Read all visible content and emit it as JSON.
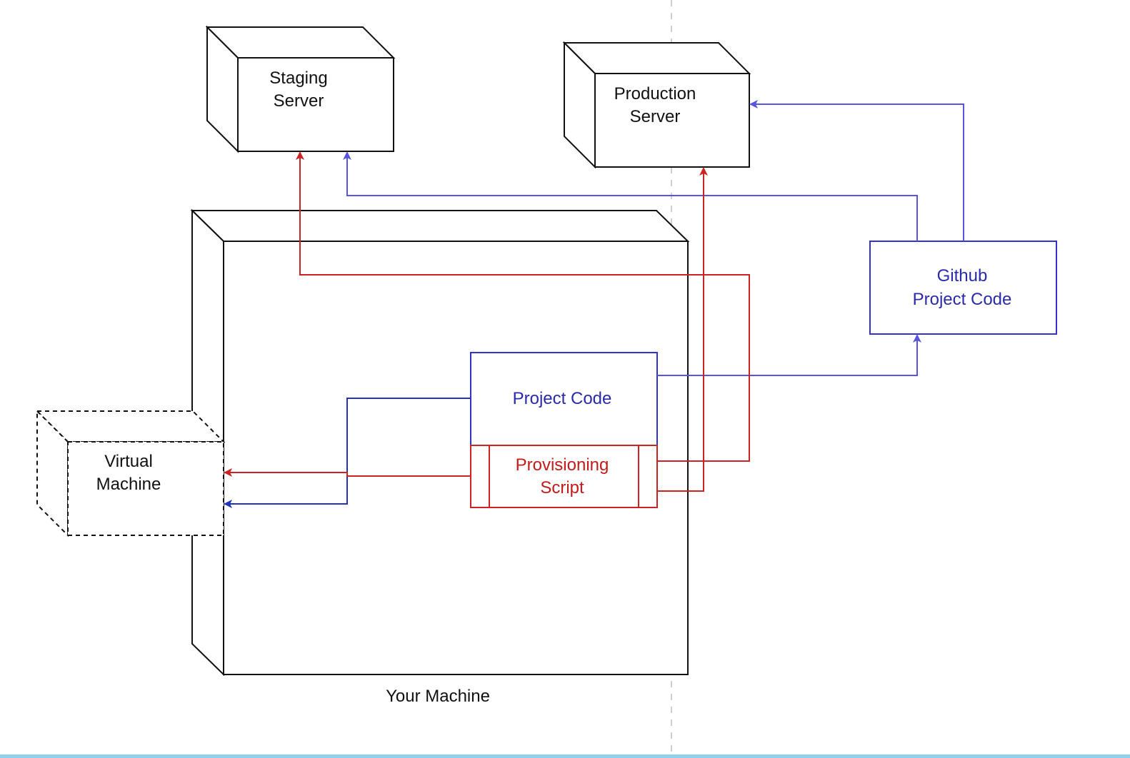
{
  "nodes": {
    "staging_server": {
      "line1": "Staging",
      "line2": "Server"
    },
    "production_server": {
      "line1": "Production",
      "line2": "Server"
    },
    "github": {
      "line1": "Github",
      "line2": "Project Code"
    },
    "project_code": {
      "label": "Project Code"
    },
    "provisioning_script": {
      "line1": "Provisioning",
      "line2": "Script"
    },
    "virtual_machine": {
      "line1": "Virtual",
      "line2": "Machine"
    },
    "your_machine": {
      "label": "Your Machine"
    }
  },
  "colors": {
    "outline": "#111111",
    "code_flow": "#5555dd",
    "code_flow_dark": "#2233bb",
    "provision_flow": "#cc2222",
    "divider": "#cfcfcf",
    "bottom_bar": "#8fd0ef"
  },
  "edges": [
    {
      "from": "project_code",
      "to": "github",
      "color": "code_flow"
    },
    {
      "from": "github",
      "to": "staging_server",
      "color": "code_flow"
    },
    {
      "from": "github",
      "to": "production_server",
      "color": "code_flow"
    },
    {
      "from": "project_code",
      "to": "virtual_machine",
      "color": "code_flow_dark"
    },
    {
      "from": "provisioning_script",
      "to": "virtual_machine",
      "color": "provision_flow"
    },
    {
      "from": "provisioning_script",
      "to": "staging_server",
      "color": "provision_flow"
    },
    {
      "from": "provisioning_script",
      "to": "production_server",
      "color": "provision_flow"
    }
  ]
}
